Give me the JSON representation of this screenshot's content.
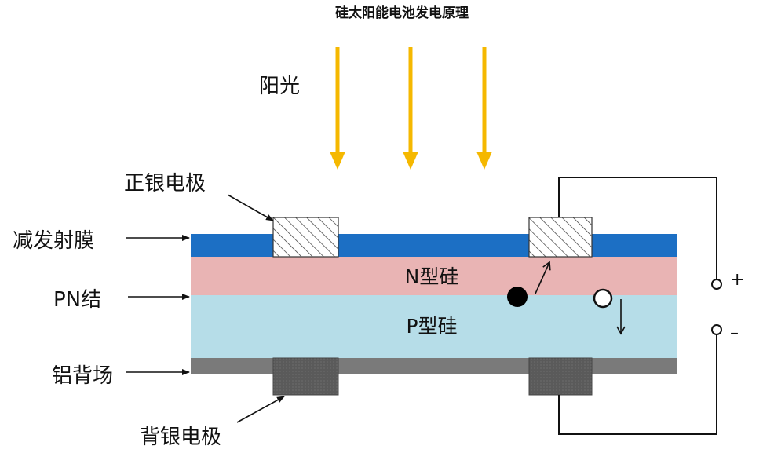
{
  "title": "硅太阳能电池发电原理",
  "sunlight_label": "阳光",
  "labels": {
    "front_electrode": "正银电极",
    "antireflection_film": "减发射膜",
    "pn_junction": "PN结",
    "aluminum_back_field": "铝背场",
    "back_electrode": "背银电极"
  },
  "layers": {
    "n_silicon": "N型硅",
    "p_silicon": "P型硅"
  },
  "terminals": {
    "positive": "+",
    "negative": "–"
  },
  "colors": {
    "sunlight": "#f5b800",
    "antireflection_film": "#1c6fc4",
    "n_silicon": "#e9b4b4",
    "p_silicon": "#b6dde8",
    "aluminum_back_field": "#7a7a7a",
    "back_electrode": "#5a5a5a"
  }
}
